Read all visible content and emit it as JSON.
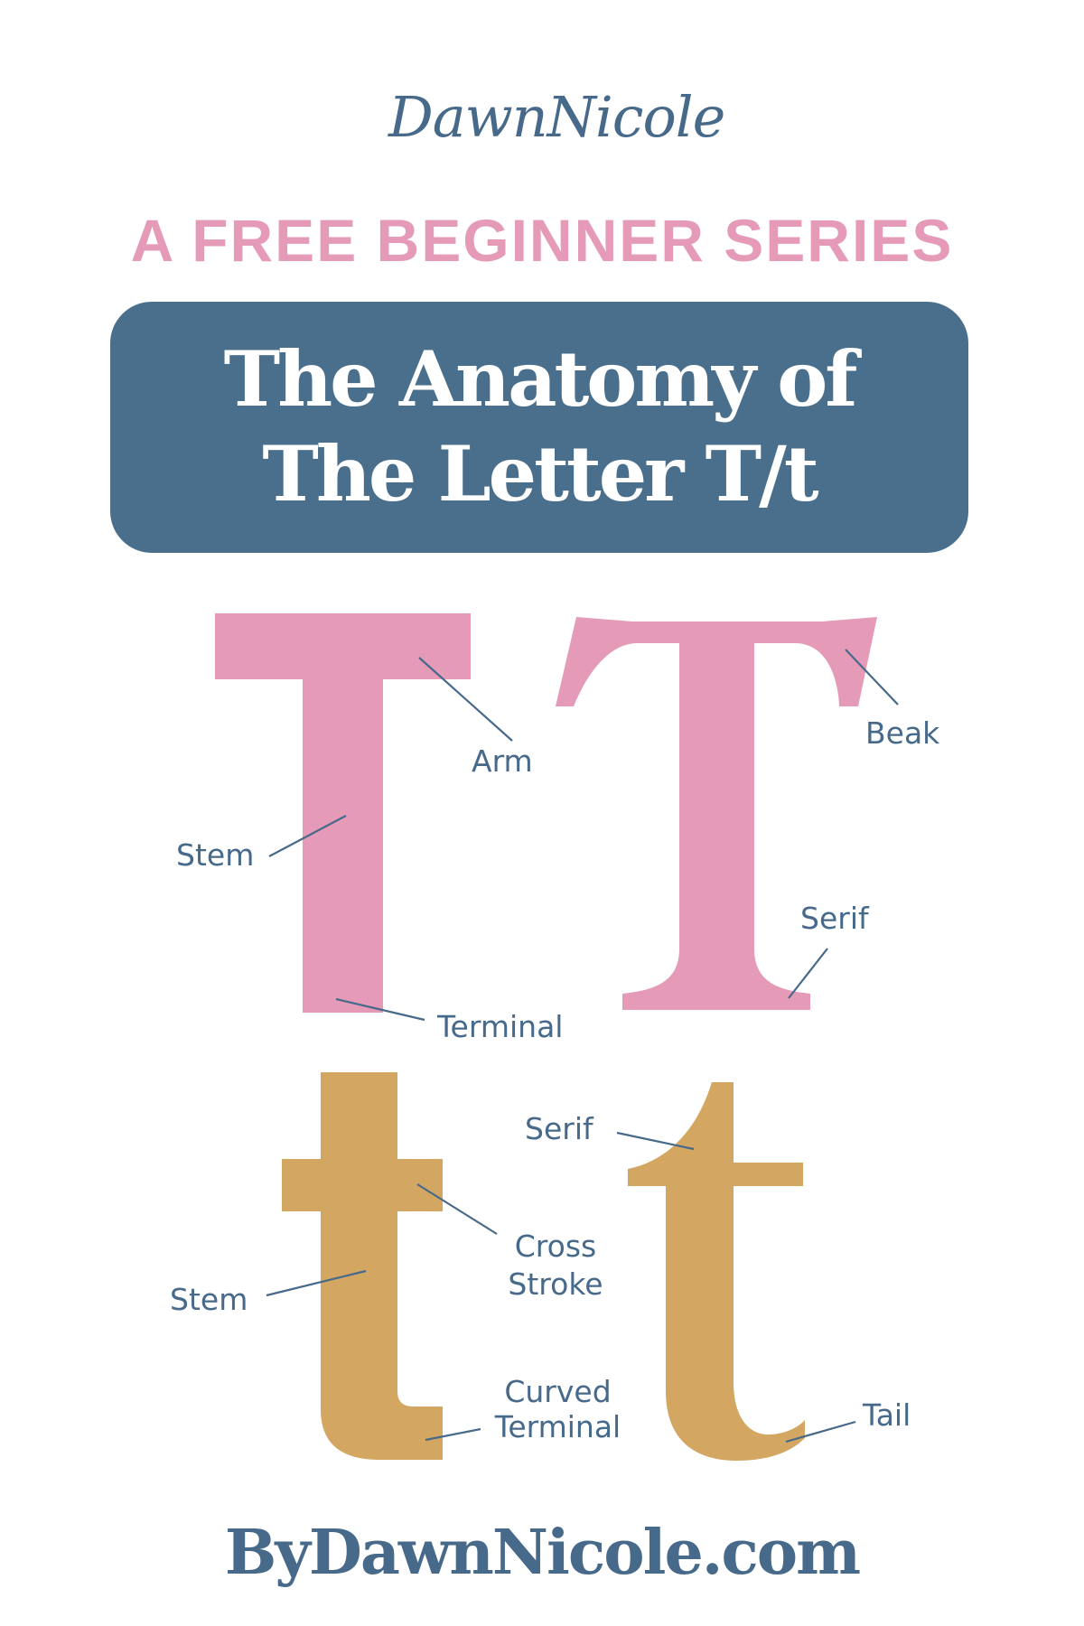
{
  "header": {
    "logo_text": "DawnNicole",
    "series_label": "A FREE BEGINNER SERIES",
    "title_line_1": "The Anatomy of",
    "title_line_2": "The Letter T/t"
  },
  "colors": {
    "pink": "#E59AB8",
    "gold": "#D3A662",
    "title_box": "#4A6F8C",
    "label_text": "#47698A",
    "background": "#FFFFFF"
  },
  "letters": [
    {
      "glyph": "T",
      "style": "sans-serif",
      "color": "#E59AB8",
      "labels": [
        "Arm",
        "Stem",
        "Terminal"
      ]
    },
    {
      "glyph": "T",
      "style": "serif",
      "color": "#E59AB8",
      "labels": [
        "Beak",
        "Serif"
      ]
    },
    {
      "glyph": "t",
      "style": "sans-serif",
      "color": "#D3A662",
      "labels": [
        "Stem",
        "Cross Stroke",
        "Curved Terminal"
      ]
    },
    {
      "glyph": "t",
      "style": "serif",
      "color": "#D3A662",
      "labels": [
        "Serif",
        "Tail"
      ]
    }
  ],
  "labels": {
    "upper_sans_arm": "Arm",
    "upper_sans_stem": "Stem",
    "upper_sans_terminal": "Terminal",
    "upper_serif_beak": "Beak",
    "upper_serif_serif": "Serif",
    "lower_sans_stem": "Stem",
    "lower_sans_cross_1": "Cross",
    "lower_sans_cross_2": "Stroke",
    "lower_sans_curved_1": "Curved",
    "lower_sans_curved_2": "Terminal",
    "lower_serif_serif": "Serif",
    "lower_serif_tail": "Tail"
  },
  "footer": {
    "website": "ByDawnNicole.com"
  }
}
